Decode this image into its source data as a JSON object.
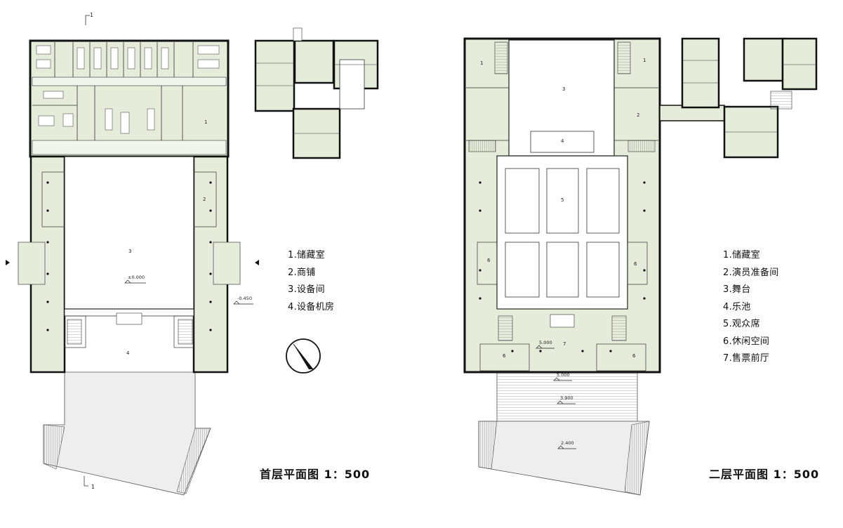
{
  "ground_floor": {
    "title": "首层平面图 1：500",
    "legend": [
      "1.储藏室",
      "2.商铺",
      "3.设备间",
      "4.设备机房"
    ],
    "room_numbers": {
      "r1": "1",
      "r2": "2",
      "r3": "3",
      "r4": "4"
    },
    "elevations": {
      "main": "±0.000",
      "side": "-0.450"
    },
    "section_mark": "1"
  },
  "upper_floor": {
    "title": "二层平面图 1：500",
    "legend": [
      "1.储藏室",
      "2.演员准备间",
      "3.舞台",
      "4.乐池",
      "5.观众席",
      "6.休闲空间",
      "7.售票前厅"
    ],
    "room_numbers": {
      "r1a": "1",
      "r1b": "1",
      "r2": "2",
      "r3": "3",
      "r4": "4",
      "r5": "5",
      "r6a": "6",
      "r6b": "6",
      "r6c": "6",
      "r6d": "6",
      "r7": "7"
    },
    "elevations": {
      "lobby": "5.000",
      "entry": "5.000",
      "stair": "3.900",
      "plaza": "2.400"
    }
  },
  "colors": {
    "room_fill": "#e5ecd9",
    "wall": "#111111",
    "ground_fill": "#eeeeee"
  }
}
